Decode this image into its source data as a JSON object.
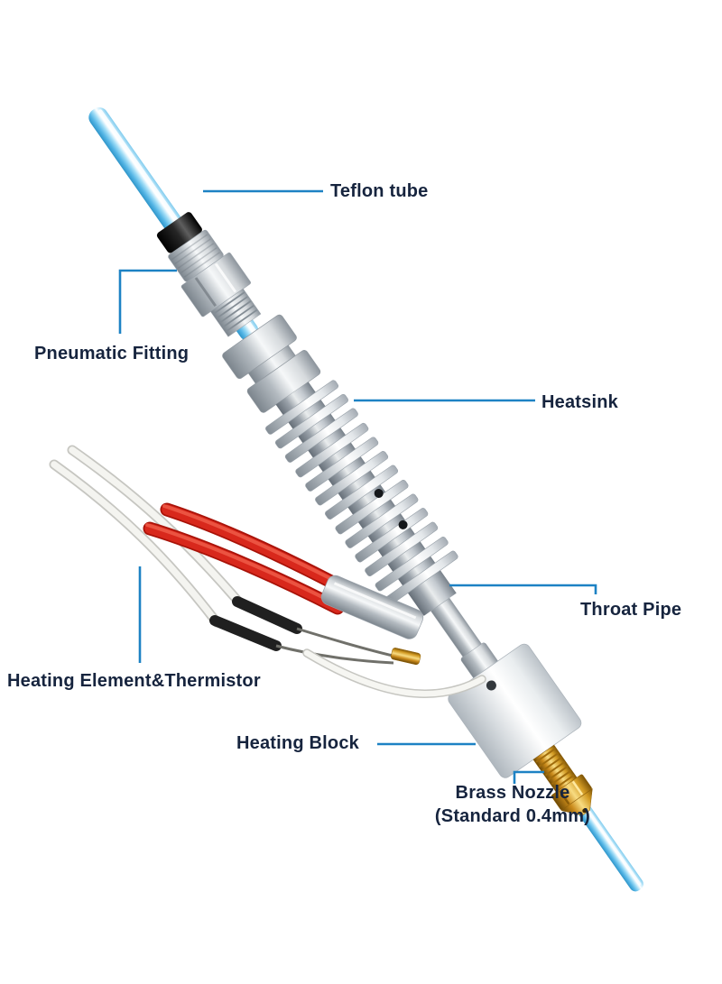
{
  "diagram": {
    "figure_type": "labeled_component_diagram",
    "labels": {
      "teflon_tube": "Teflon tube",
      "pneumatic_fitting": "Pneumatic Fitting",
      "heatsink": "Heatsink",
      "throat_pipe": "Throat Pipe",
      "heating_element_thermistor": "Heating Element&Thermistor",
      "heating_block": "Heating Block",
      "brass_nozzle_line1": "Brass Nozzle",
      "brass_nozzle_line2": "(Standard 0.4mm)"
    },
    "colors": {
      "background": "#ffffff",
      "callout_line": "#1d82c4",
      "label_text": "#16243e",
      "tube_blue": "#5fc1ec",
      "metal_silver": "#c7cdd3",
      "brass_gold": "#d99c22",
      "heater_wire_red": "#d8281c",
      "thermistor_wire_white": "#f4f4f0",
      "collet_black": "#1c1c1c"
    }
  }
}
